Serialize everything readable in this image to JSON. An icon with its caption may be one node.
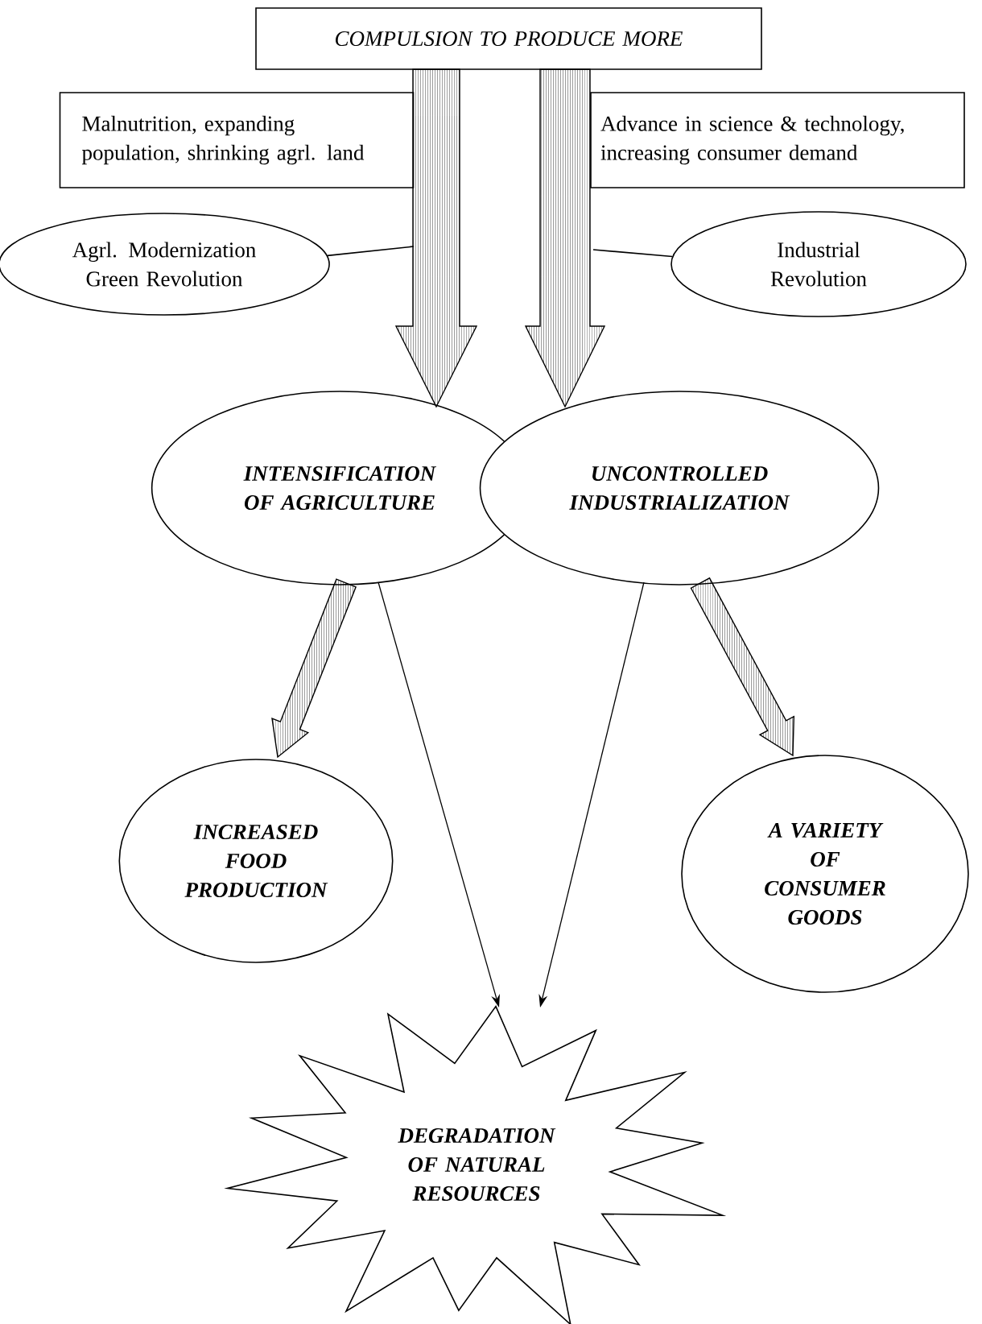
{
  "diagram": {
    "nodes": [
      {
        "text": [
          "COMPULSION TO PRODUCE MORE"
        ]
      },
      {
        "text": [
          "Malnutrition, expanding population, shrinking agrl. land"
        ]
      },
      {
        "text": [
          "Advance in science & technology, increasing consumer demand"
        ]
      },
      {
        "text": [
          "Agrl. Modernization Green Revolution"
        ]
      },
      {
        "text": [
          "Industrial Revolution"
        ]
      },
      {
        "text": [
          "INTENSIFICATION OF AGRICULTURE"
        ]
      },
      {
        "text": [
          "UNCONTROLLED INDUSTRIALIZATION"
        ]
      },
      {
        "text": [
          "INCREASED FOOD PRODUCTION"
        ]
      },
      {
        "text": [
          "A VARIETY OF CONSUMER GOODS"
        ]
      },
      {
        "text": [
          "DEGRADATION OF NATURAL RESOURCES"
        ]
      }
    ],
    "edges": [
      {
        "from": 0,
        "to": 5,
        "arrow": "to",
        "style": "thick"
      },
      {
        "from": 0,
        "to": 6,
        "arrow": "to",
        "style": "thick"
      },
      {
        "from": 3,
        "to": null,
        "arrow": "none"
      },
      {
        "from": 4,
        "to": null,
        "arrow": "none"
      },
      {
        "from": 5,
        "to": 7,
        "arrow": "to",
        "style": "thick"
      },
      {
        "from": 6,
        "to": 8,
        "arrow": "to",
        "style": "thick"
      },
      {
        "from": 5,
        "to": 9,
        "arrow": "to"
      },
      {
        "from": 6,
        "to": 9,
        "arrow": "to"
      }
    ]
  }
}
